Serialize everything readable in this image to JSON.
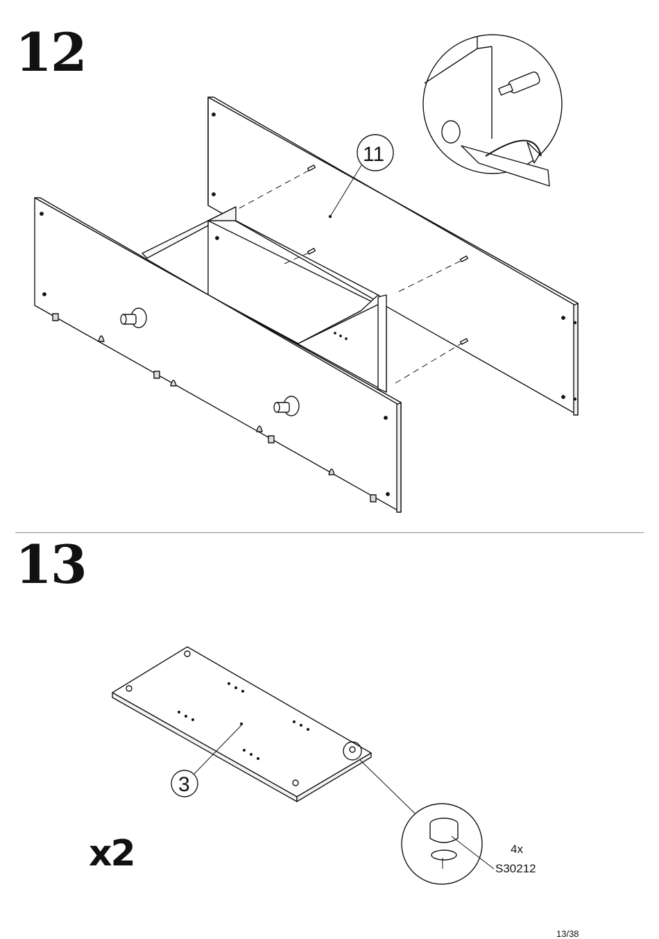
{
  "steps": [
    {
      "number": "12",
      "part_label": "11"
    },
    {
      "number": "13",
      "part_label": "3",
      "quantity": "x2"
    }
  ],
  "hardware": {
    "quantity": "4x",
    "code": "S30212"
  },
  "page_number": "13/38"
}
